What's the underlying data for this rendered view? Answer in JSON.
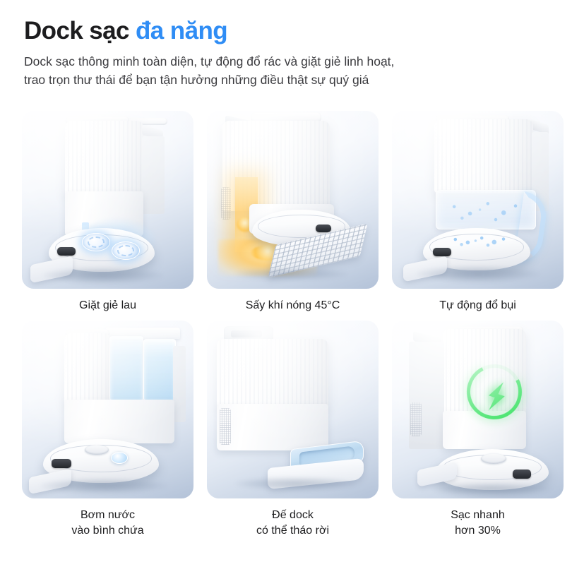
{
  "header": {
    "title_main": "Dock sạc ",
    "title_accent": "đa năng",
    "subtitle_line1": "Dock sạc thông minh toàn diện, tự động đổ rác và giặt giẻ linh hoạt,",
    "subtitle_line2": "trao trọn thư thái để bạn tận hưởng những điều thật sự quý giá"
  },
  "colors": {
    "accent_blue": "#2f8df5",
    "text_dark": "#1d1d1f",
    "text_body": "#3b3b3f",
    "charge_green": "#2fe05a",
    "card_bg_top": "#fdfdff",
    "card_bg_bottom": "#b3c2d8",
    "hot_air_glow": "#ffc656",
    "water_blue": "#b0d7f2"
  },
  "cards": [
    {
      "id": "wash-mop",
      "image_name": "dock-washing-mop-pads",
      "caption_line1": "Giặt giẻ lau",
      "caption_line2": ""
    },
    {
      "id": "hot-air-dry",
      "image_name": "dock-hot-air-drying",
      "caption_line1": "Sấy khí nóng 45°C",
      "caption_line2": ""
    },
    {
      "id": "auto-empty-dust",
      "image_name": "dock-auto-dust-emptying",
      "caption_line1": "Tự động đổ bụi",
      "caption_line2": ""
    },
    {
      "id": "water-refill",
      "image_name": "dock-water-tank-refill",
      "caption_line1": "Bơm nước",
      "caption_line2": "vào bình chứa"
    },
    {
      "id": "detachable-base",
      "image_name": "dock-detachable-base-tray",
      "caption_line1": "Đế dock",
      "caption_line2": "có thể tháo rời"
    },
    {
      "id": "fast-charge",
      "image_name": "dock-fast-charging",
      "caption_line1": "Sạc nhanh",
      "caption_line2": "hơn 30%"
    }
  ]
}
